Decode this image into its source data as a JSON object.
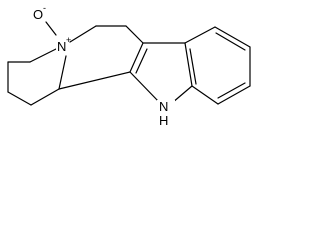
{
  "structure": {
    "atoms": {
      "nitrogen_ring": "N",
      "nitrogen_charge": "+",
      "oxygen": "O",
      "oxygen_charge": "-",
      "indole_nitrogen": "N",
      "indole_hydrogen": "H"
    }
  }
}
